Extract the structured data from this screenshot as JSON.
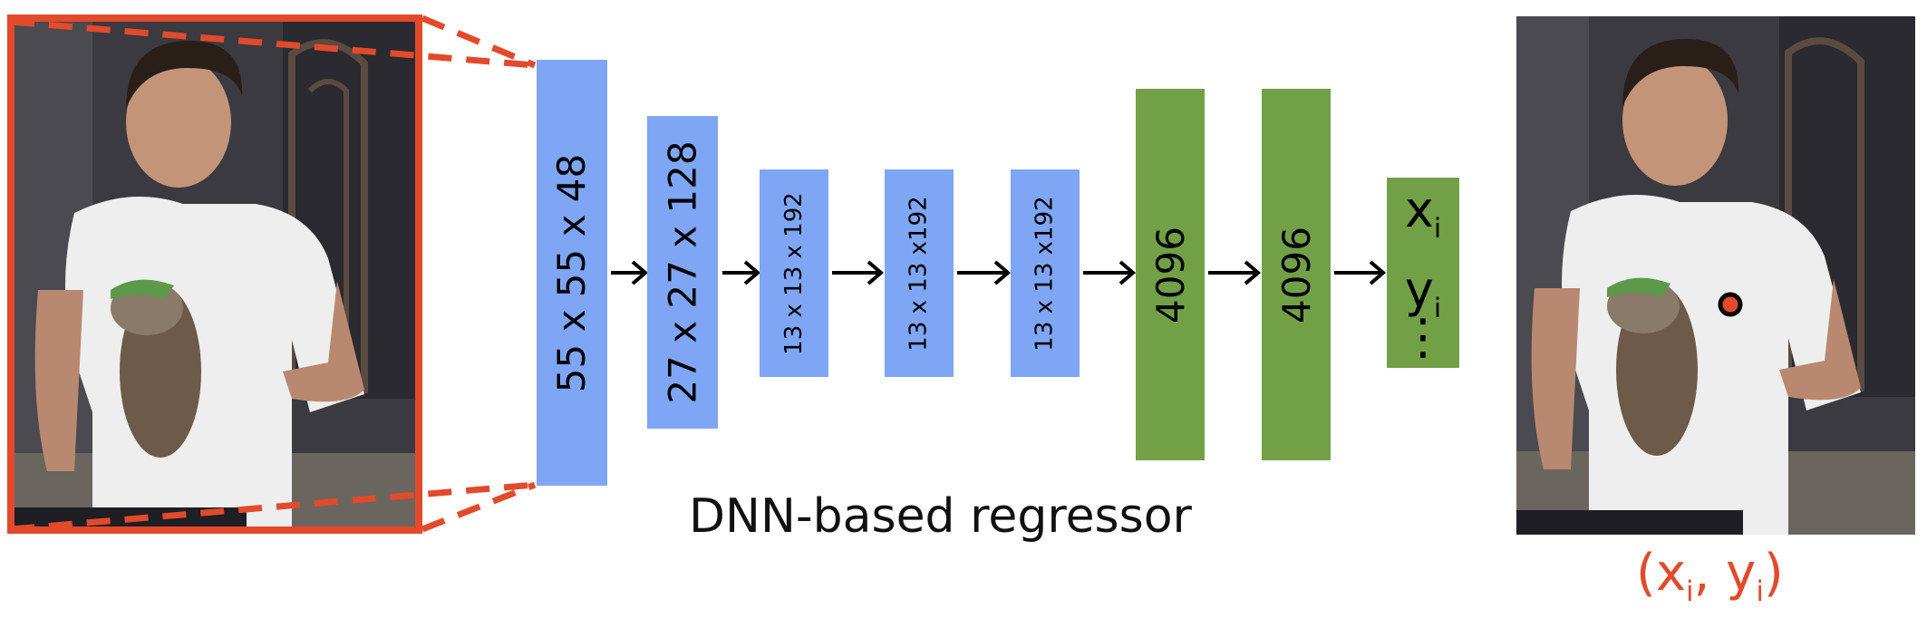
{
  "layers": [
    {
      "label": "55 x 55 x 48",
      "color": "#7ea6f4",
      "type": "conv"
    },
    {
      "label": "27 x 27 x 128",
      "color": "#7ea6f4",
      "type": "conv"
    },
    {
      "label": "13 x 13 x 192",
      "color": "#7ea6f4",
      "type": "conv"
    },
    {
      "label": "13 x 13 x192",
      "color": "#7ea6f4",
      "type": "conv"
    },
    {
      "label": "13 x 13 x192",
      "color": "#7ea6f4",
      "type": "conv"
    },
    {
      "label": "4096",
      "color": "#72a047",
      "type": "fc"
    },
    {
      "label": "4096",
      "color": "#72a047",
      "type": "fc"
    }
  ],
  "output": {
    "x_label": "x",
    "x_sub": "i",
    "y_label": "y",
    "y_sub": "i",
    "dots": "⋮",
    "color": "#72a047"
  },
  "caption": "DNN-based regressor",
  "coord_label": {
    "open": "(",
    "x": "x",
    "x_sub": "i",
    "sep": ", ",
    "y": "y",
    "y_sub": "i",
    "close": ")"
  },
  "colors": {
    "crop_box": "#e24a2b",
    "arrow": "#000000",
    "keypoint_fill": "#e24a2b",
    "keypoint_stroke": "#000000"
  }
}
